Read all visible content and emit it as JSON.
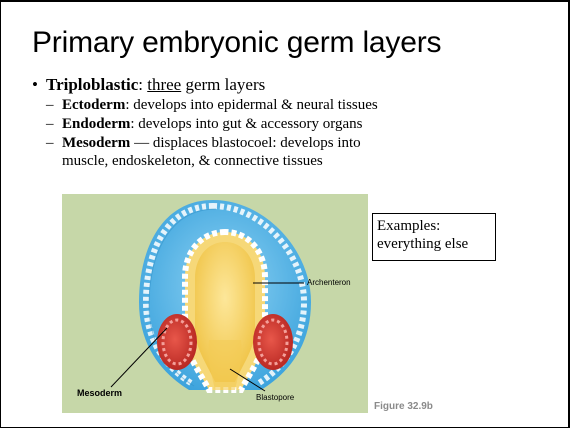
{
  "slide": {
    "title": "Primary embryonic germ layers",
    "bullet": {
      "term": "Triploblastic",
      "sep": ": ",
      "underlined": "three",
      "rest": " germ layers"
    },
    "sub_bullets": [
      {
        "term": "Ectoderm",
        "text": ": develops into epidermal & neural tissues"
      },
      {
        "term": "Endoderm",
        "text": ": develops into gut & accessory organs"
      },
      {
        "term": "Mesoderm",
        "text": " — displaces blastocoel: develops into",
        "text2": "muscle, endoskeleton, & connective tissues"
      }
    ],
    "examples_box": "Examples:\neverything else",
    "figure": {
      "label_archenteron": "Archenteron",
      "label_mesoderm": "Mesoderm",
      "label_blastopore": "Blastopore",
      "caption": "Figure 32.9b"
    }
  },
  "colors": {
    "figure_background": "#c6d7a8",
    "ectoderm_blue": "#5ab8e8",
    "endoderm_yellow": "#f2c84b",
    "mesoderm_red": "#d9322a"
  }
}
